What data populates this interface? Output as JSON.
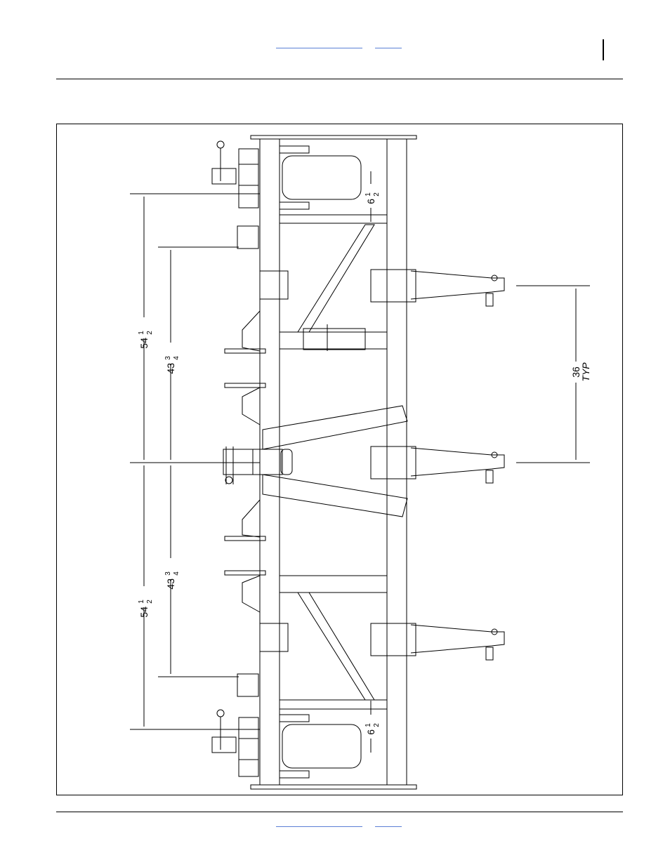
{
  "header": {
    "link_a": "",
    "link_b": ""
  },
  "footer": {
    "link_a": "",
    "link_b": ""
  },
  "dimensions": {
    "d545_top": {
      "whole": "54",
      "num": "1",
      "den": "2"
    },
    "d433_top": {
      "whole": "43",
      "num": "3",
      "den": "4"
    },
    "d545_bot": {
      "whole": "54",
      "num": "1",
      "den": "2"
    },
    "d433_bot": {
      "whole": "43",
      "num": "3",
      "den": "4"
    },
    "d65_top": {
      "whole": "6",
      "num": "1",
      "den": "2"
    },
    "d65_bot": {
      "whole": "6",
      "num": "1",
      "den": "2"
    },
    "d36": {
      "value": "36",
      "note": "TYP"
    }
  },
  "colors": {
    "line": "#000000",
    "link": "#5b7fd6"
  }
}
